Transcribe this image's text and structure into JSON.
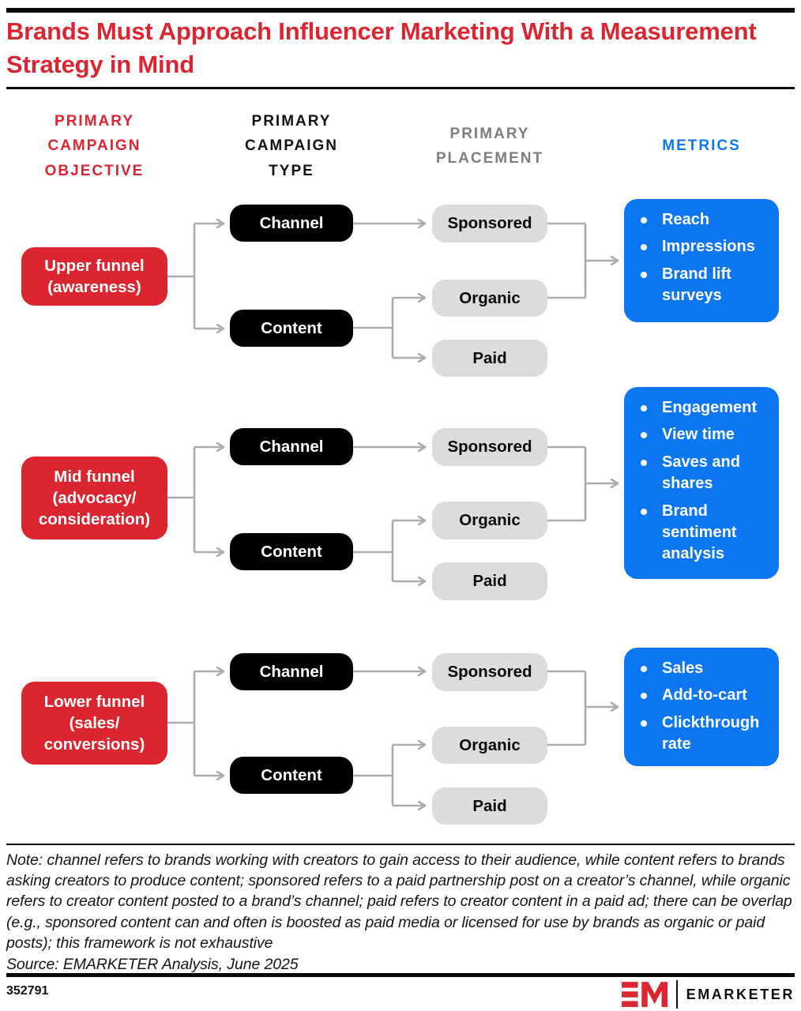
{
  "title": "Brands Must Approach Influencer Marketing With a Measurement Strategy in Mind",
  "columns": {
    "objective": "PRIMARY\nCAMPAIGN\nOBJECTIVE",
    "type": "PRIMARY\nCAMPAIGN\nTYPE",
    "placement": "PRIMARY\nPLACEMENT",
    "metrics": "METRICS"
  },
  "sections": [
    {
      "objective": "Upper funnel\n(awareness)",
      "channel": "Channel",
      "content": "Content",
      "sponsored": "Sponsored",
      "organic": "Organic",
      "paid": "Paid",
      "metrics": [
        "Reach",
        "Impressions",
        "Brand lift surveys"
      ]
    },
    {
      "objective": "Mid funnel\n(advocacy/\nconsideration)",
      "channel": "Channel",
      "content": "Content",
      "sponsored": "Sponsored",
      "organic": "Organic",
      "paid": "Paid",
      "metrics": [
        "Engagement",
        "View time",
        "Saves and shares",
        "Brand sentiment analysis"
      ]
    },
    {
      "objective": "Lower funnel\n(sales/\nconversions)",
      "channel": "Channel",
      "content": "Content",
      "sponsored": "Sponsored",
      "organic": "Organic",
      "paid": "Paid",
      "metrics": [
        "Sales",
        "Add-to-cart",
        "Clickthrough rate"
      ]
    }
  ],
  "note": "Note: channel refers to brands working with creators to gain access to their audience, while content refers to brands asking creators to produce content; sponsored refers to a paid partnership post on a creator’s channel, while organic refers to creator content posted to a brand’s channel; paid refers to creator content in a paid ad; there can be overlap (e.g., sponsored content can and often is boosted as paid media or licensed for use by brands as organic or paid posts); this framework is not exhaustive",
  "source": "Source: EMARKETER Analysis, June 2025",
  "footer": {
    "chart_id": "352791",
    "brand": "EMARKETER"
  },
  "colors": {
    "red": "#db2530",
    "blue": "#0d76f2",
    "black": "#000000",
    "gray_box": "#dcdcdc",
    "gray_header": "#7d7d7d",
    "connector": "#ababab"
  }
}
